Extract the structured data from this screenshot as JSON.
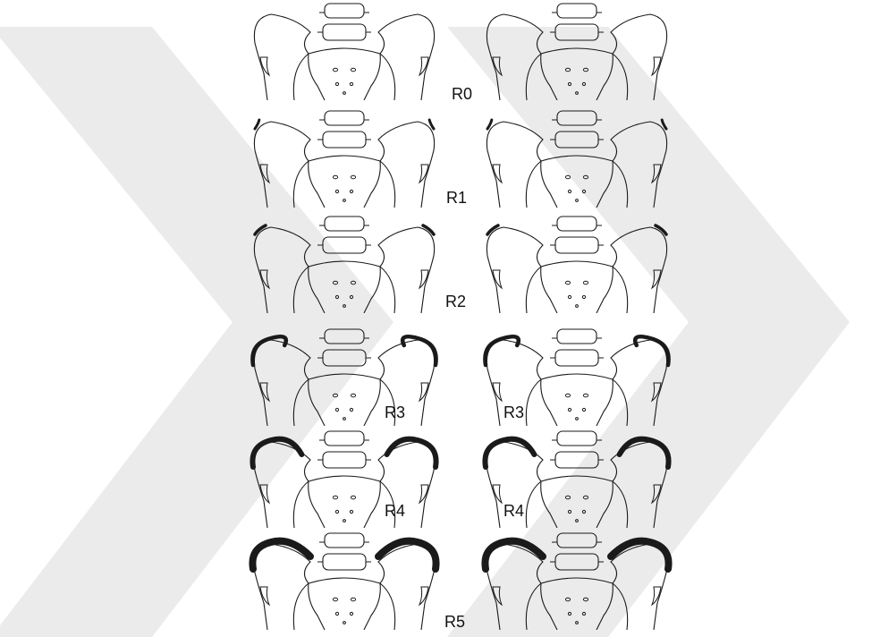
{
  "figure": {
    "stages": [
      {
        "id": "R0",
        "label": "R0",
        "left_cap": 0,
        "right_cap": 0
      },
      {
        "id": "R1",
        "label": "R1",
        "left_cap": 1,
        "right_cap": 1
      },
      {
        "id": "R2",
        "label": "R2",
        "left_cap": 2,
        "right_cap": 2
      },
      {
        "id": "R3",
        "label": "R3",
        "left_cap": 3,
        "right_cap": 3
      },
      {
        "id": "R4",
        "label": "R4",
        "left_cap": 4,
        "right_cap": 4
      },
      {
        "id": "R5",
        "label": "R5",
        "left_cap": 5,
        "right_cap": 5
      }
    ],
    "colors": {
      "outline": "#1a1a1a",
      "ossification": "#1a1a1a",
      "watermark": "#ebebeb",
      "background": "#ffffff"
    }
  }
}
